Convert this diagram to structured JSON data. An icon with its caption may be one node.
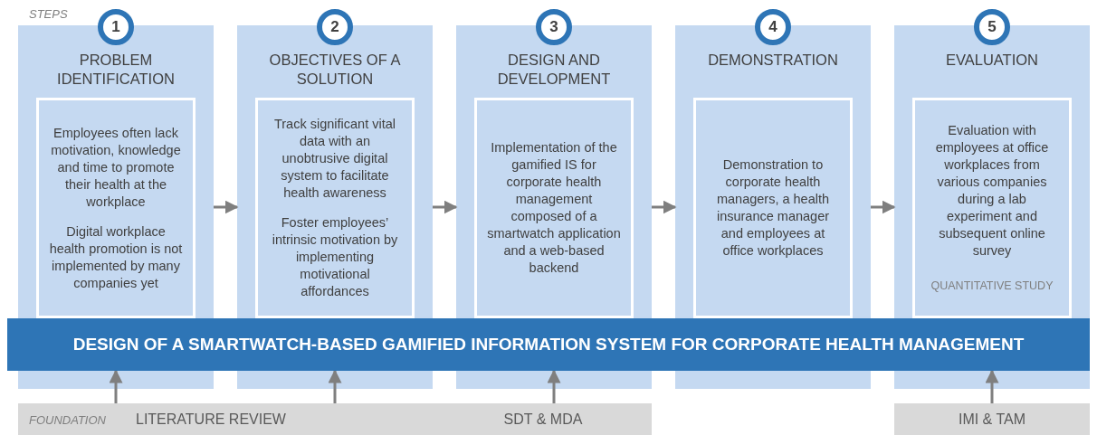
{
  "diagram": {
    "nodes": [
      {
        "text": [
          "PROBLEM IDENTIFICATION"
        ]
      },
      {
        "text": [
          "1"
        ]
      },
      {
        "text": [
          "Employees often lack motivation, knowledge and time to promote their health at the workplace",
          "Digital workplace health promotion is not implemented by many companies yet"
        ],
        "in": 0
      },
      {
        "text": [
          "OBJECTIVES OF A SOLUTION"
        ]
      },
      {
        "text": [
          "2"
        ]
      },
      {
        "text": [
          "Track significant vital data with an unobtrusive digital system to facilitate health awareness",
          "Foster employees’ intrinsic motivation by implementing motivational affordances"
        ],
        "in": 3
      },
      {
        "text": [
          "DESIGN AND DEVELOPMENT"
        ]
      },
      {
        "text": [
          "3"
        ]
      },
      {
        "text": [
          "Implementation of the gamified IS for corporate health management composed of a smartwatch application and a web-based backend"
        ],
        "in": 6
      },
      {
        "text": [
          "DEMONSTRATION"
        ]
      },
      {
        "text": [
          "4"
        ]
      },
      {
        "text": [
          "Demonstration to corporate health managers, a health insurance manager and employees at office workplaces"
        ],
        "in": 9
      },
      {
        "text": [
          "EVALUATION"
        ]
      },
      {
        "text": [
          "5"
        ]
      },
      {
        "text": [
          "Evaluation with employees at office workplaces from various companies during a lab experiment and subsequent online survey",
          "QUANTITATIVE STUDY"
        ],
        "in": 12
      },
      {
        "text": [
          "DESIGN OF A SMARTWATCH-BASED GAMIFIED INFORMATION SYSTEM FOR CORPORATE HEALTH MANAGEMENT"
        ]
      },
      {
        "text": [
          "LITERATURE REVIEW"
        ]
      },
      {
        "text": [
          "SDT & MDA"
        ]
      },
      {
        "text": [
          "IMI & TAM"
        ]
      }
    ],
    "edges": [
      {
        "from": 0,
        "to": 3,
        "arrow": "to"
      },
      {
        "from": 3,
        "to": 6,
        "arrow": "to"
      },
      {
        "from": 6,
        "to": 9,
        "arrow": "to"
      },
      {
        "from": 9,
        "to": 12,
        "arrow": "to"
      },
      {
        "from": 16,
        "to": 15,
        "arrow": "to"
      },
      {
        "from": 16,
        "to": 15,
        "arrow": "to"
      },
      {
        "from": 17,
        "to": 15,
        "arrow": "to"
      },
      {
        "from": 18,
        "to": 15,
        "arrow": "to"
      }
    ],
    "labels": [
      "STEPS",
      "FOUNDATION"
    ]
  }
}
